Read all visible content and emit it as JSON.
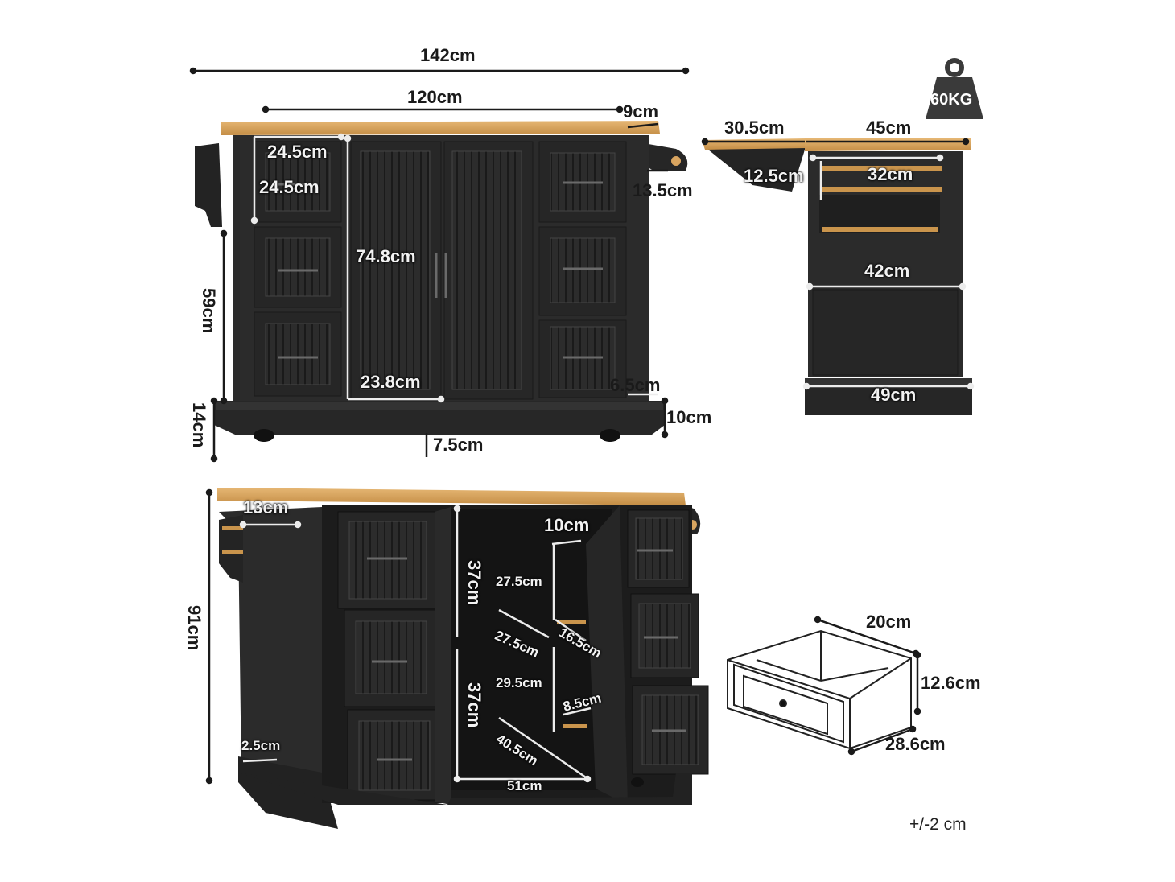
{
  "weight_badge": {
    "text": "60KG",
    "icon": "weight-icon"
  },
  "front_view": {
    "overall_width": "142cm",
    "top_width": "120cm",
    "overhang_right": "9cm",
    "drawer_width": "24.5cm",
    "drawer_height": "24.5cm",
    "towel_bar": "13.5cm",
    "door_height": "74.8cm",
    "body_height": "59cm",
    "base_height": "14cm",
    "door_width": "23.8cm",
    "side_depth": "6.5cm",
    "plinth_height": "10cm",
    "wheel_clearance": "7.5cm"
  },
  "side_view": {
    "drop_leaf": "30.5cm",
    "top_depth": "45cm",
    "leaf_height": "12.5cm",
    "shelf_width": "32cm",
    "body_depth": "42cm",
    "base_depth": "49cm"
  },
  "open_view": {
    "total_height": "91cm",
    "side_rack": "13cm",
    "foot": "2.5cm",
    "upper_height": "37cm",
    "lower_height": "37cm",
    "shelf_gap": "10cm",
    "shelf_depth_1": "27.5cm",
    "shelf_depth_2": "27.5cm",
    "shelf_height_1": "16.5cm",
    "shelf_depth_3": "29.5cm",
    "shelf_height_2": "8.5cm",
    "diagonal": "40.5cm",
    "inner_width": "51cm"
  },
  "drawer_detail": {
    "width": "20cm",
    "height": "12.6cm",
    "depth": "28.6cm"
  },
  "tolerance": "+/-2 cm",
  "colors": {
    "cabinet": "#2b2b2b",
    "cabinet_dark": "#1c1c1c",
    "wood": "#d9a560",
    "dimension_line": "#1a1a1a",
    "overlay_line": "#ececec"
  }
}
